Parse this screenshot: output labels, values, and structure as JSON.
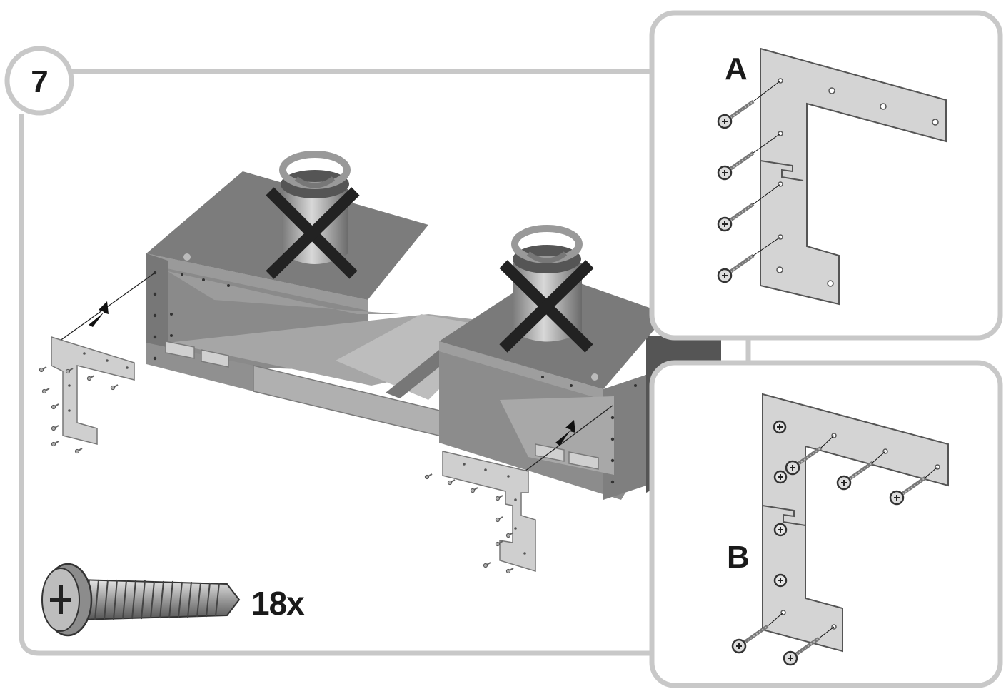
{
  "step": {
    "number": "7"
  },
  "detail_a": {
    "label": "A"
  },
  "detail_b": {
    "label": "B"
  },
  "hardware": {
    "count_label": "18x",
    "icon": "screw-icon"
  },
  "colors": {
    "frame_border": "#c8c8c8",
    "box_side": "#8a8a8a",
    "box_top": "#7c7c7c",
    "box_interior": "#a6a6a6",
    "bracket": "#cfcfcf",
    "cross_mark": "#222222"
  }
}
